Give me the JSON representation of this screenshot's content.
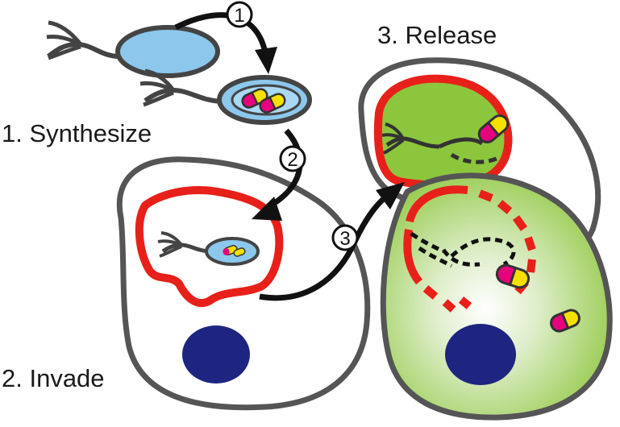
{
  "labels": {
    "synthesize": "1. Synthesize",
    "invade": "2. Invade",
    "release": "3. Release"
  },
  "steps": [
    "1",
    "2",
    "3"
  ],
  "colors": {
    "bacterium_fill": "#8cc8ec",
    "cell_outline": "#555555",
    "vacuole": "#e8201a",
    "nucleus": "#1d2580",
    "cytoplasm_green": "#8cc63c",
    "capsule_magenta": "#e6007e",
    "capsule_yellow": "#f5e000",
    "arrow": "#111111"
  }
}
